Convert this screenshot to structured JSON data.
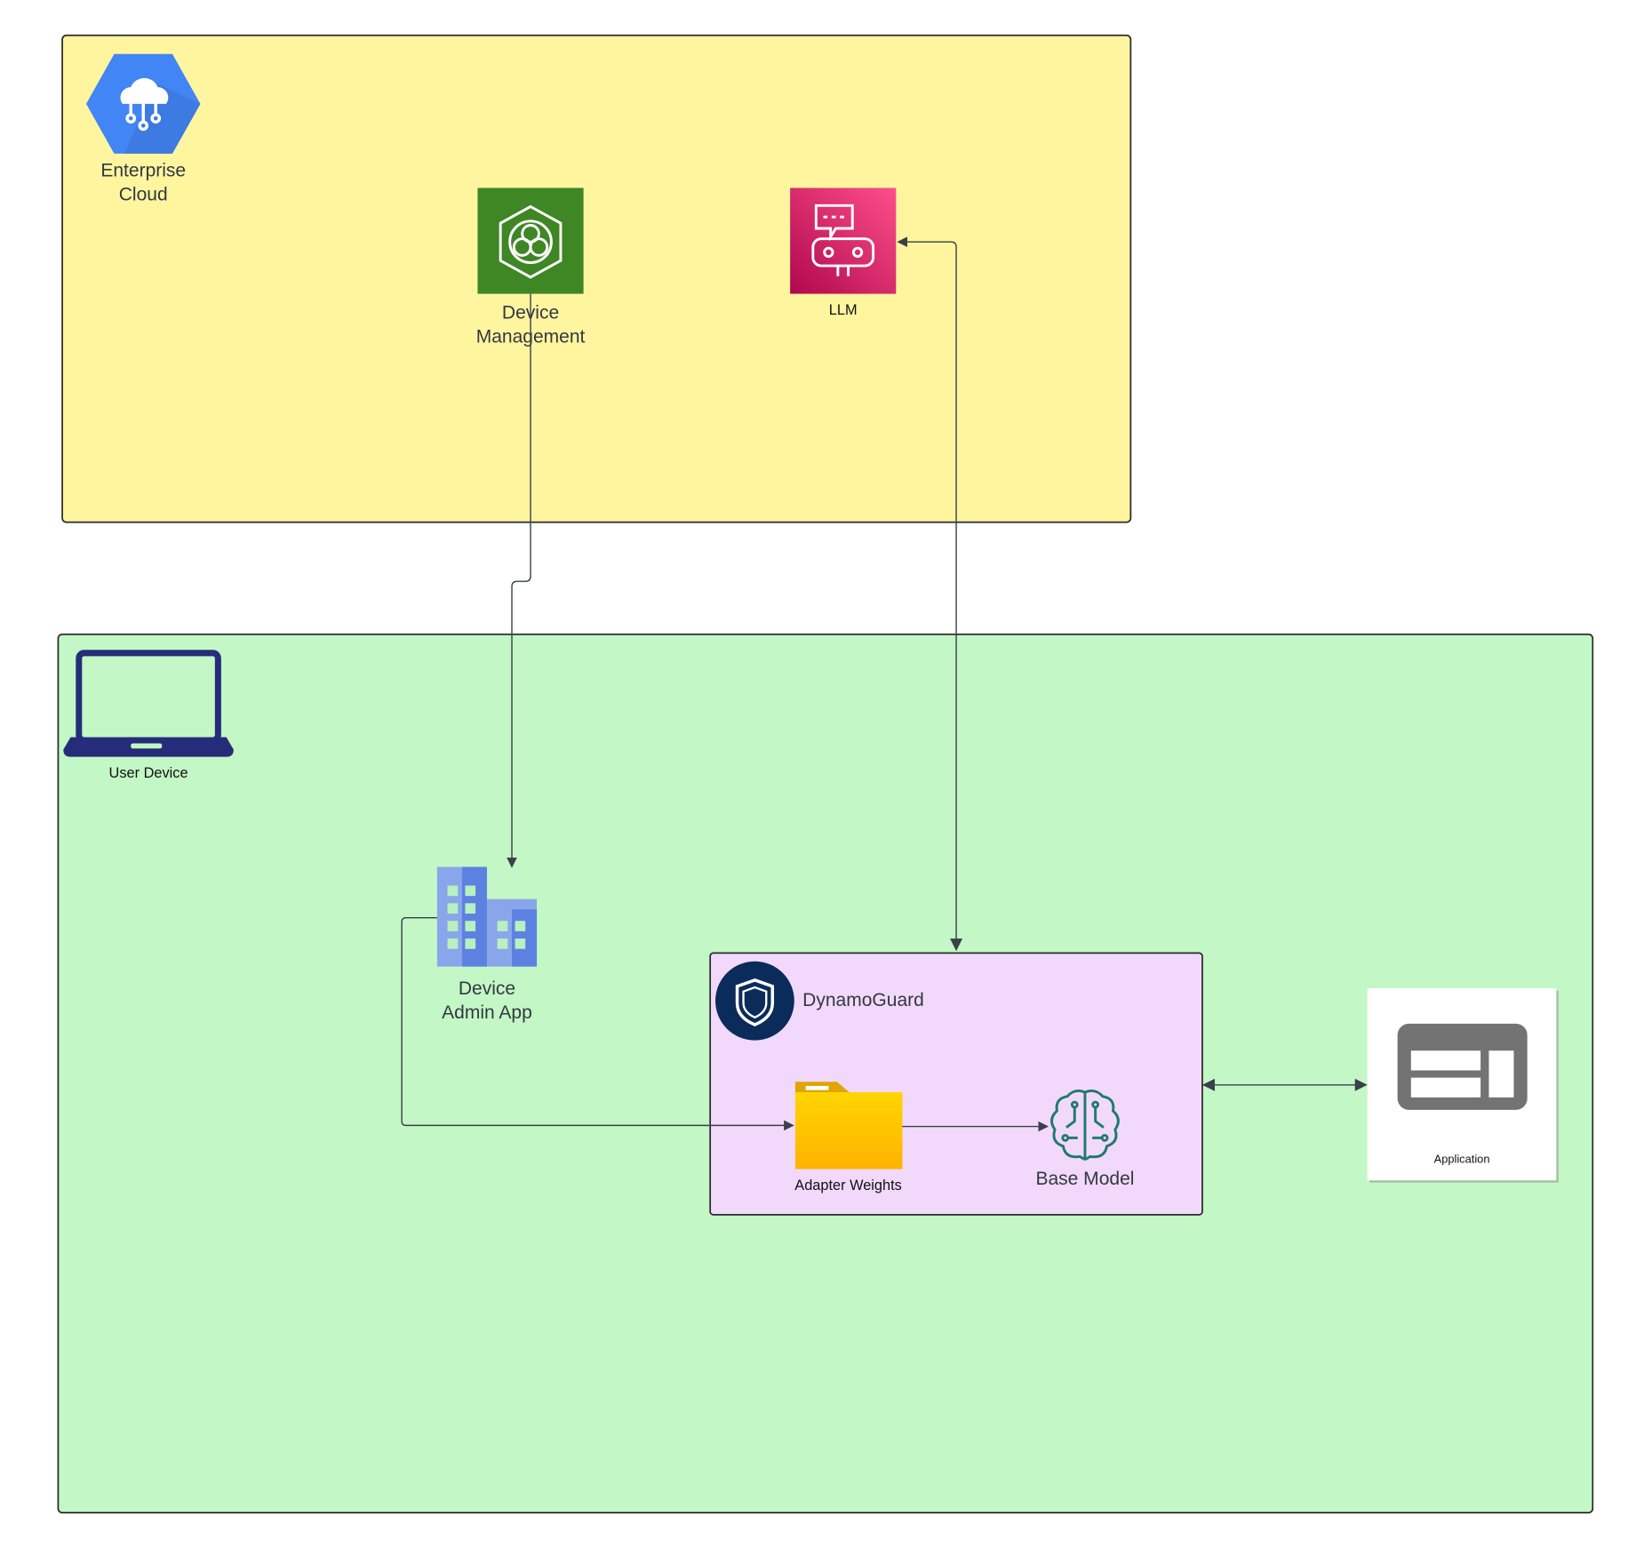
{
  "enterprise_cloud": {
    "label_line1": "Enterprise",
    "label_line2": "Cloud",
    "color": "#FFF59F"
  },
  "device_management": {
    "label_line1": "Device",
    "label_line2": "Management",
    "color": "#3F8624"
  },
  "llm": {
    "label": "LLM",
    "color": "#E7206A"
  },
  "user_device": {
    "label": "User Device",
    "color": "#C3F7C5"
  },
  "device_admin_app": {
    "label_line1": "Device",
    "label_line2": "Admin App"
  },
  "dynamoguard": {
    "label": "DynamoGuard",
    "color": "#F2D9FC"
  },
  "adapter_weights": {
    "label": "Adapter Weights"
  },
  "base_model": {
    "label": "Base Model"
  },
  "application": {
    "label": "Application"
  }
}
